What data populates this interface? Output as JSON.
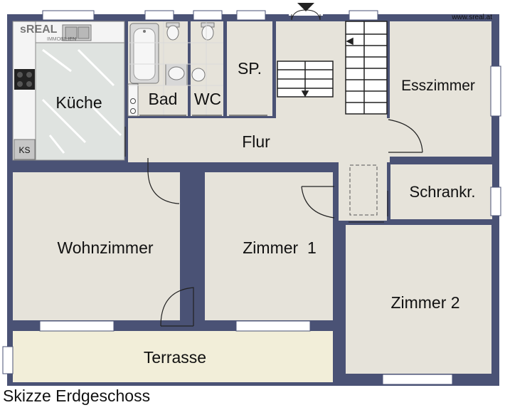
{
  "watermark": "www.sreal.at",
  "caption": "Skizze Erdgeschoss",
  "rooms": {
    "kueche": "Küche",
    "bad": "Bad",
    "wc": "WC",
    "speis": "SP.",
    "esszimmer": "Esszimmer",
    "flur": "Flur",
    "schrankraum": "Schrankr.",
    "wohnzimmer": "Wohnzimmer",
    "zimmer1": "Zimmer  1",
    "zimmer2": "Zimmer 2",
    "terrasse": "Terrasse"
  },
  "fixtures": {
    "kuehlschrank": "KS"
  },
  "logo": {
    "text": "sREAL",
    "subtext": "IMMOBILIEN"
  },
  "colors": {
    "wall": "#4a5275",
    "floor": "#e6e3da",
    "terrace": "#f2eed9",
    "window": "#ffffff",
    "fixture": "#c6c6c6"
  }
}
